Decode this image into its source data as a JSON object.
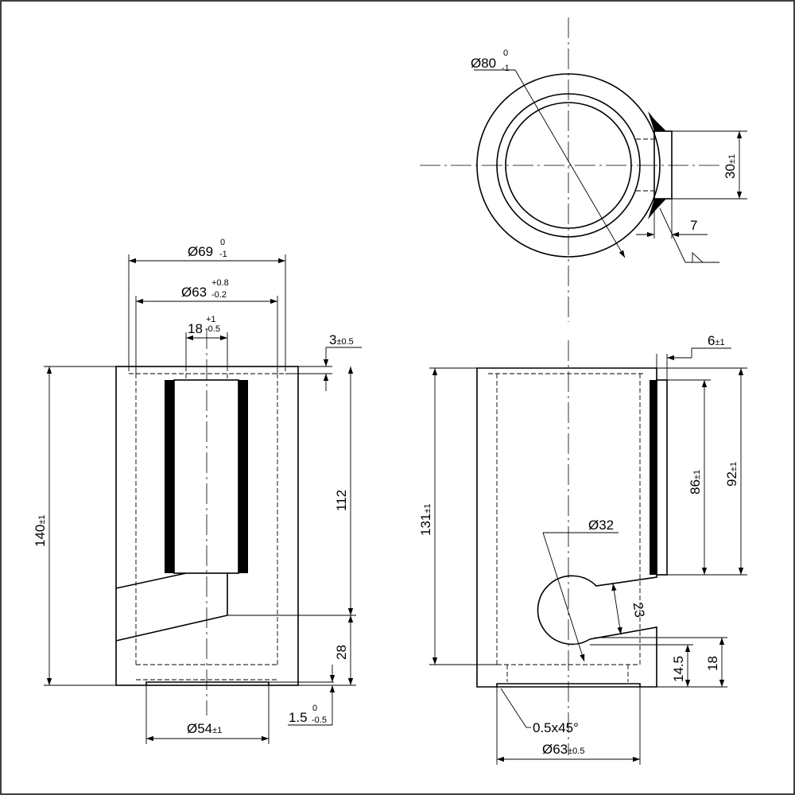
{
  "top_view": {
    "diameter": "Ø80",
    "diameter_upper": "0",
    "diameter_lower": "-1",
    "lug_width": "30",
    "lug_width_tol": "±1",
    "lug_depth": "7"
  },
  "front_view": {
    "outer_dia": "Ø69",
    "outer_dia_upper": "0",
    "outer_dia_lower": "-1",
    "inner_dia": "Ø63",
    "inner_dia_upper": "+0.8",
    "inner_dia_lower": "-0.2",
    "slot_width": "18",
    "slot_width_upper": "+1",
    "slot_width_lower": "-0.5",
    "top_step": "3",
    "top_step_tol": "±0.5",
    "height": "140",
    "height_tol": "±1",
    "slot_length": "112",
    "lower_height": "28",
    "bottom_step": "1.5",
    "bottom_step_upper": "0",
    "bottom_step_lower": "-0.5",
    "bottom_dia": "Ø54",
    "bottom_dia_tol": "±1"
  },
  "side_view": {
    "lug_thickness": "6",
    "lug_thickness_tol": "±1",
    "height": "131",
    "height_tol": "±1",
    "inner_length": "86",
    "inner_length_tol": "±1",
    "outer_length": "92",
    "outer_length_tol": "±1",
    "hole_dia": "Ø32",
    "slot_width": "23",
    "hole_height": "14.5",
    "slot_height": "18",
    "chamfer": "0.5x45°",
    "bottom_dia": "Ø63",
    "bottom_dia_tol": "±0.5"
  }
}
